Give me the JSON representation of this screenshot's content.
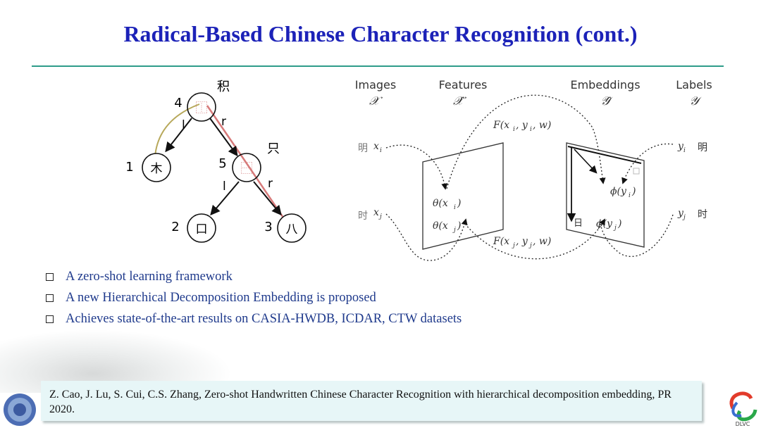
{
  "slide": {
    "title": "Radical-Based Chinese Character Recognition (cont.)"
  },
  "tree": {
    "root_label": "积",
    "sub_label": "只",
    "nodes": [
      {
        "num": "4",
        "glyph": "⿰"
      },
      {
        "num": "1",
        "glyph": "木"
      },
      {
        "num": "5",
        "glyph": "⿱"
      },
      {
        "num": "2",
        "glyph": "口"
      },
      {
        "num": "3",
        "glyph": "八"
      }
    ],
    "edge_labels": {
      "left": "l",
      "right": "r"
    }
  },
  "embedding_diagram": {
    "headers": [
      {
        "name": "Images",
        "symbol": "𝒳"
      },
      {
        "name": "Features",
        "symbol": "𝒳̂"
      },
      {
        "name": "Embeddings",
        "symbol": "𝒴̂"
      },
      {
        "name": "Labels",
        "symbol": "𝒴"
      }
    ],
    "image_i": "明",
    "image_j": "时",
    "x_i": "x",
    "x_j": "x",
    "sub_i": "i",
    "sub_j": "j",
    "theta_i": "θ(x",
    "theta_j": "θ(x",
    "phi_i": "ϕ(y",
    "phi_j": "ϕ(y",
    "close_paren": ")",
    "F_top": "F(x",
    "F_bottom": "F(x",
    "F_mid_i": ", y",
    "F_mid_j": ", y",
    "F_end": ", w)",
    "y_i": "y",
    "y_j": "y",
    "label_i": "明",
    "label_j": "时",
    "embed_char": "日"
  },
  "bullets": [
    "A zero-shot learning framework",
    "A new Hierarchical Decomposition Embedding is proposed",
    "Achieves state-of-the-art results on CASIA-HWDB, ICDAR, CTW datasets"
  ],
  "citation": "Z. Cao, J. Lu, S. Cui, C.S. Zhang, Zero-shot Handwritten Chinese Character Recognition with hierarchical decomposition embedding, PR 2020.",
  "logo": {
    "text": "DLVC"
  }
}
